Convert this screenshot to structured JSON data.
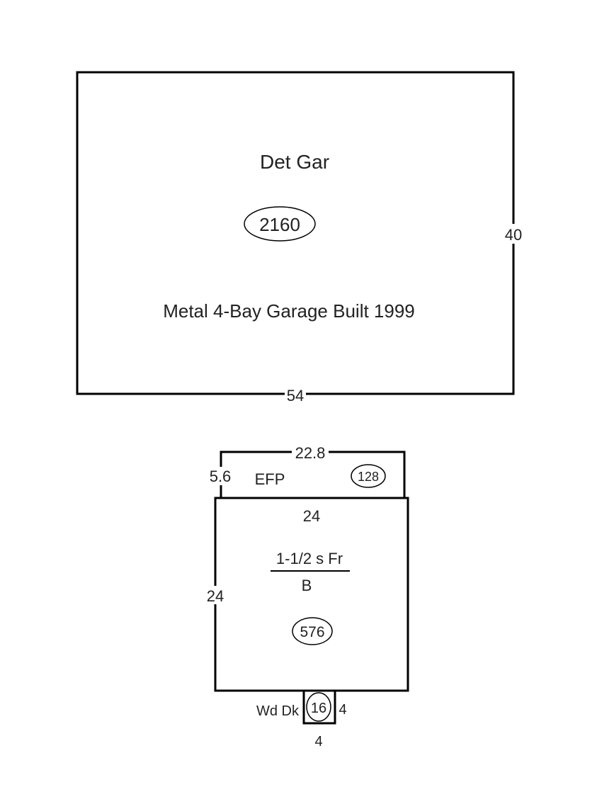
{
  "garage": {
    "name": "Det Gar",
    "area": "2160",
    "note": "Metal 4-Bay Garage Built 1999",
    "width_label": "54",
    "depth_label": "40"
  },
  "porch": {
    "name": "EFP",
    "area": "128",
    "width_label": "22.8",
    "depth_label": "5.6"
  },
  "house": {
    "top_label": "24",
    "side_label": "24",
    "story_line": "1-1/2 s Fr",
    "basement_line": "B",
    "area": "576"
  },
  "deck": {
    "name": "Wd Dk",
    "area": "16",
    "side_label": "4",
    "bottom_label": "4"
  }
}
